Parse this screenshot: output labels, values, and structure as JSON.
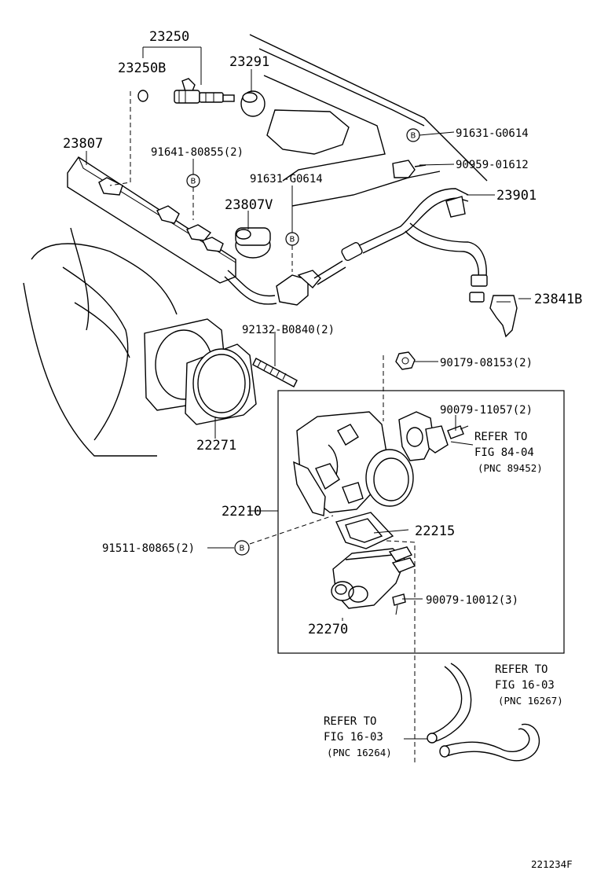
{
  "bolt_marker": "B",
  "labels": {
    "p23250": "23250",
    "p23250b": "23250B",
    "p23291": "23291",
    "p91631a": "91631-G0614",
    "p23807": "23807",
    "p91641": "91641-80855(2)",
    "p90959": "90959-01612",
    "p91631b": "91631-G0614",
    "p23901": "23901",
    "p23807v": "23807V",
    "p23841b": "23841B",
    "p92132": "92132-B0840(2)",
    "p90179": "90179-08153(2)",
    "p90079a": "90079-11057(2)",
    "p22271": "22271",
    "p22210": "22210",
    "p22215": "22215",
    "p91511": "91511-80865(2)",
    "p90079b": "90079-10012(3)",
    "p22270": "22270",
    "diagram_id": "221234F"
  },
  "refs": {
    "ref1": {
      "line1": "REFER TO",
      "line2": "FIG 84-04",
      "line3": "(PNC 89452)"
    },
    "ref2": {
      "line1": "REFER TO",
      "line2": "FIG 16-03",
      "line3": "(PNC 16267)"
    },
    "ref3": {
      "line1": "REFER TO",
      "line2": "FIG 16-03",
      "line3": "(PNC 16264)"
    }
  }
}
